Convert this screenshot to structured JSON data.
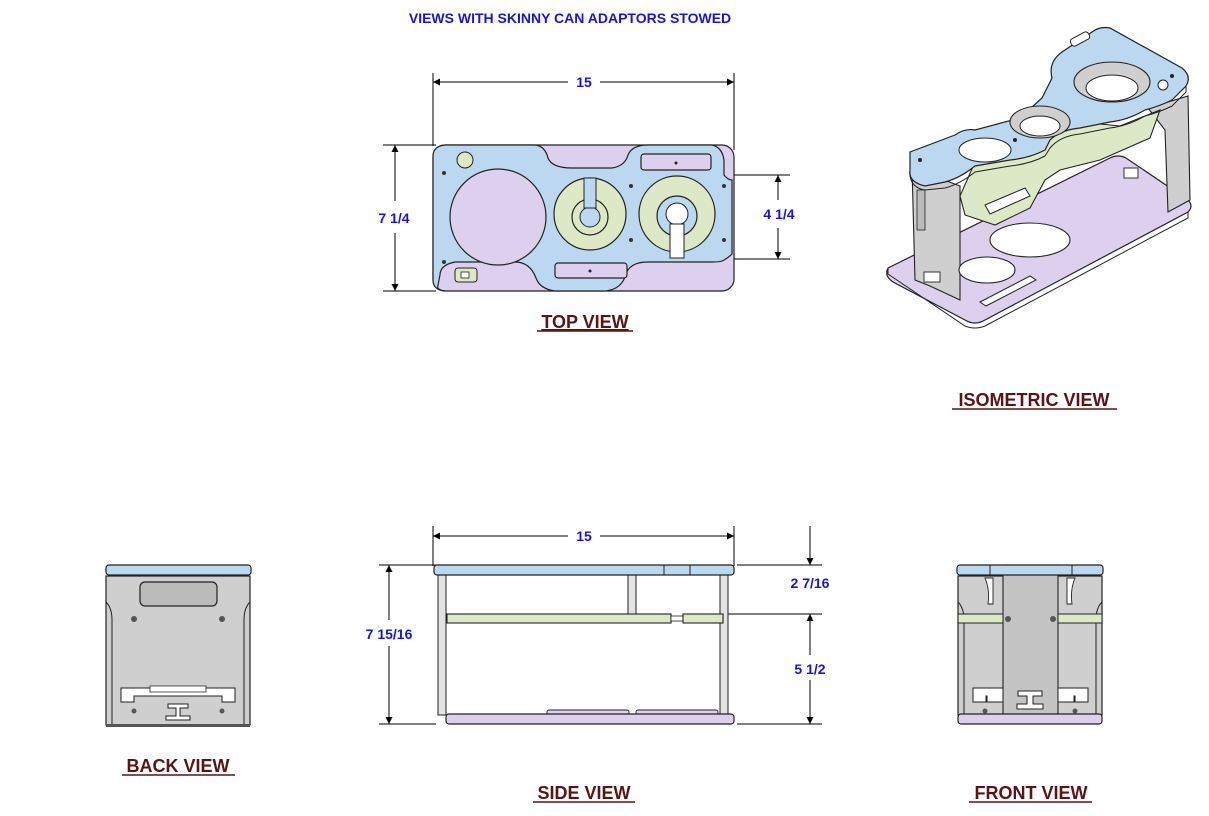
{
  "header": {
    "title": "VIEWS WITH SKINNY CAN ADAPTORS STOWED"
  },
  "top_view": {
    "label": "TOP VIEW",
    "dim_width": "15",
    "dim_height": "7 1/4",
    "dim_inner": "4 1/4"
  },
  "isometric_view": {
    "label": "ISOMETRIC VIEW"
  },
  "side_view": {
    "label": "SIDE VIEW",
    "dim_width": "15",
    "dim_height": "7 15/16",
    "dim_upper": "2 7/16",
    "dim_lower": "5 1/2"
  },
  "back_view": {
    "label": "BACK VIEW"
  },
  "front_view": {
    "label": "FRONT VIEW"
  },
  "colors": {
    "annotation": "#1a17c9",
    "label": "#5a1414",
    "top_plate": "#bcd8f0",
    "mid_plate": "#dde8c6",
    "base_plate": "#ddd0ee",
    "frame": "#cfcfcf"
  }
}
